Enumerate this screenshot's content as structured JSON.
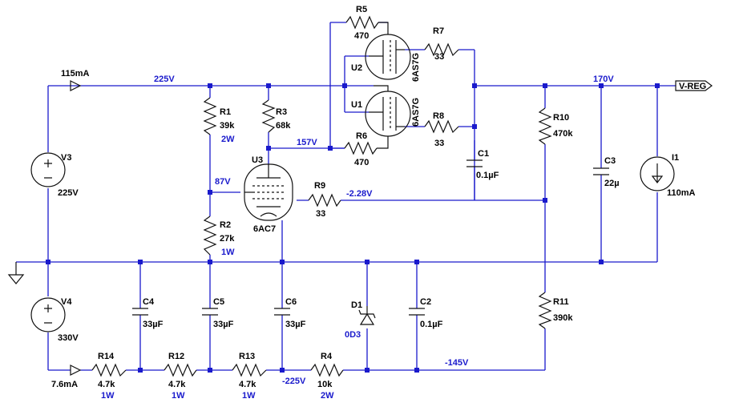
{
  "currents": {
    "top_arrow": "115mA",
    "bottom_arrow": "7.6mA"
  },
  "nets": {
    "n225": "225V",
    "n157": "157V",
    "n87": "87V",
    "nneg228": "-2.28V",
    "n170": "170V",
    "nneg225": "-225V",
    "nneg145": "-145V"
  },
  "flags": {
    "vreg": "V-REG"
  },
  "components": {
    "R1": {
      "ref": "R1",
      "value": "39k",
      "note": "2W"
    },
    "R2": {
      "ref": "R2",
      "value": "27k",
      "note": "1W"
    },
    "R3": {
      "ref": "R3",
      "value": "68k"
    },
    "R4": {
      "ref": "R4",
      "value": "10k",
      "note": "2W"
    },
    "R5": {
      "ref": "R5",
      "value": "470"
    },
    "R6": {
      "ref": "R6",
      "value": "470"
    },
    "R7": {
      "ref": "R7",
      "value": "33"
    },
    "R8": {
      "ref": "R8",
      "value": "33"
    },
    "R9": {
      "ref": "R9",
      "value": "33"
    },
    "R10": {
      "ref": "R10",
      "value": "470k"
    },
    "R11": {
      "ref": "R11",
      "value": "390k"
    },
    "R12": {
      "ref": "R12",
      "value": "4.7k",
      "note": "1W"
    },
    "R13": {
      "ref": "R13",
      "value": "4.7k",
      "note": "1W"
    },
    "R14": {
      "ref": "R14",
      "value": "4.7k",
      "note": "1W"
    },
    "C1": {
      "ref": "C1",
      "value": "0.1µF"
    },
    "C2": {
      "ref": "C2",
      "value": "0.1µF"
    },
    "C3": {
      "ref": "C3",
      "value": "22µ"
    },
    "C4": {
      "ref": "C4",
      "value": "33µF"
    },
    "C5": {
      "ref": "C5",
      "value": "33µF"
    },
    "C6": {
      "ref": "C6",
      "value": "33µF"
    },
    "D1": {
      "ref": "D1",
      "value": "0D3"
    },
    "V3": {
      "ref": "V3",
      "value": "225V"
    },
    "V4": {
      "ref": "V4",
      "value": "330V"
    },
    "I1": {
      "ref": "I1",
      "value": "110mA"
    },
    "U1": {
      "ref": "U1",
      "value": "6AS7G"
    },
    "U2": {
      "ref": "U2",
      "value": "6AS7G"
    },
    "U3": {
      "ref": "U3",
      "value": "6AC7"
    }
  }
}
